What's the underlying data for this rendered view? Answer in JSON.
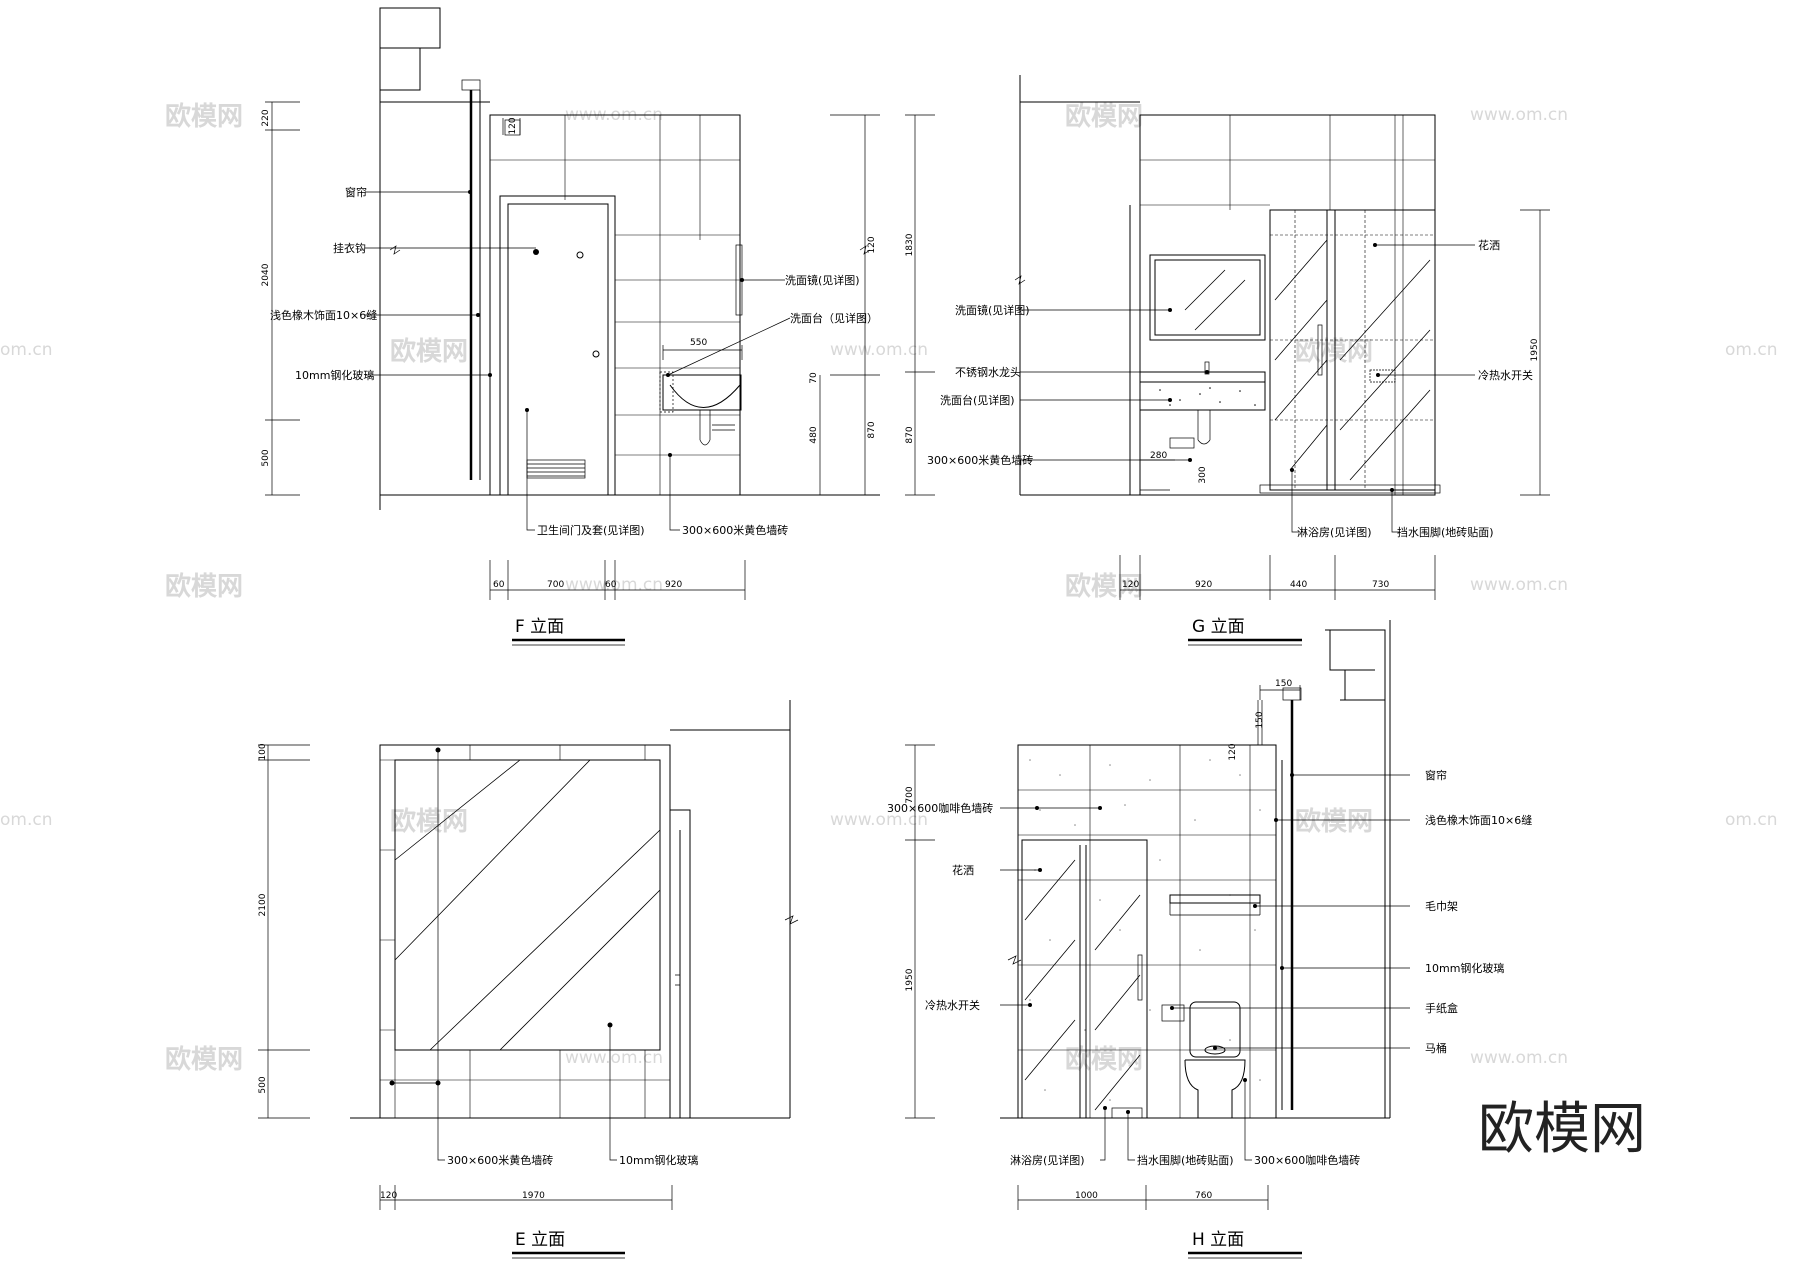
{
  "watermarks": {
    "brand": "欧模网",
    "url": "www.om.cn",
    "url_partial": "om.cn"
  },
  "views": {
    "F": {
      "title": "F 立面",
      "labels": {
        "curtain": "窗帘",
        "hook": "挂衣钩",
        "veneer": "浅色橡木饰面10×6缝",
        "glass": "10mm钢化玻璃",
        "mirror": "洗面镜(见详图)",
        "basin": "洗面台（见详图）",
        "door": "卫生间门及套(见详图)",
        "tile": "300×600米黄色墙砖"
      },
      "dims_h": [
        "60",
        "700",
        "60",
        "920"
      ],
      "dims_v": [
        "220",
        "2040",
        "500"
      ],
      "dims_small": [
        "550",
        "70",
        "480",
        "870",
        "1830",
        "120"
      ]
    },
    "G": {
      "title": "G 立面",
      "labels": {
        "mirror": "洗面镜(见详图)",
        "faucet": "不锈钢水龙头",
        "basin": "洗面台(见详图)",
        "tile": "300×600米黄色墙砖",
        "shower": "花洒",
        "switch": "冷热水开关",
        "cabin": "淋浴房(见详图)",
        "curb": "挡水围脚(地砖贴面)"
      },
      "dims_h": [
        "120",
        "920",
        "440",
        "730"
      ],
      "dims_v": [
        "1830",
        "870",
        "1950"
      ],
      "dims_small": [
        "280",
        "300"
      ]
    },
    "E": {
      "title": "E 立面",
      "labels": {
        "tile": "300×600米黄色墙砖",
        "glass": "10mm钢化玻璃"
      },
      "dims_h": [
        "120",
        "1970"
      ],
      "dims_v": [
        "100",
        "2100",
        "500"
      ]
    },
    "H": {
      "title": "H 立面",
      "labels": {
        "tile_top": "300×600咖啡色墙砖",
        "shower": "花洒",
        "switch": "冷热水开关",
        "curtain": "窗帘",
        "veneer": "浅色橡木饰面10×6缝",
        "towel": "毛巾架",
        "glass": "10mm钢化玻璃",
        "paper": "手纸盒",
        "toilet": "马桶",
        "cabin": "淋浴房(见详图)",
        "curb": "挡水围脚(地砖贴面)",
        "tile_bottom": "300×600咖啡色墙砖"
      },
      "dims_h": [
        "1000",
        "760"
      ],
      "dims_v": [
        "700",
        "1950"
      ],
      "dims_small": [
        "150",
        "150",
        "120"
      ]
    }
  }
}
